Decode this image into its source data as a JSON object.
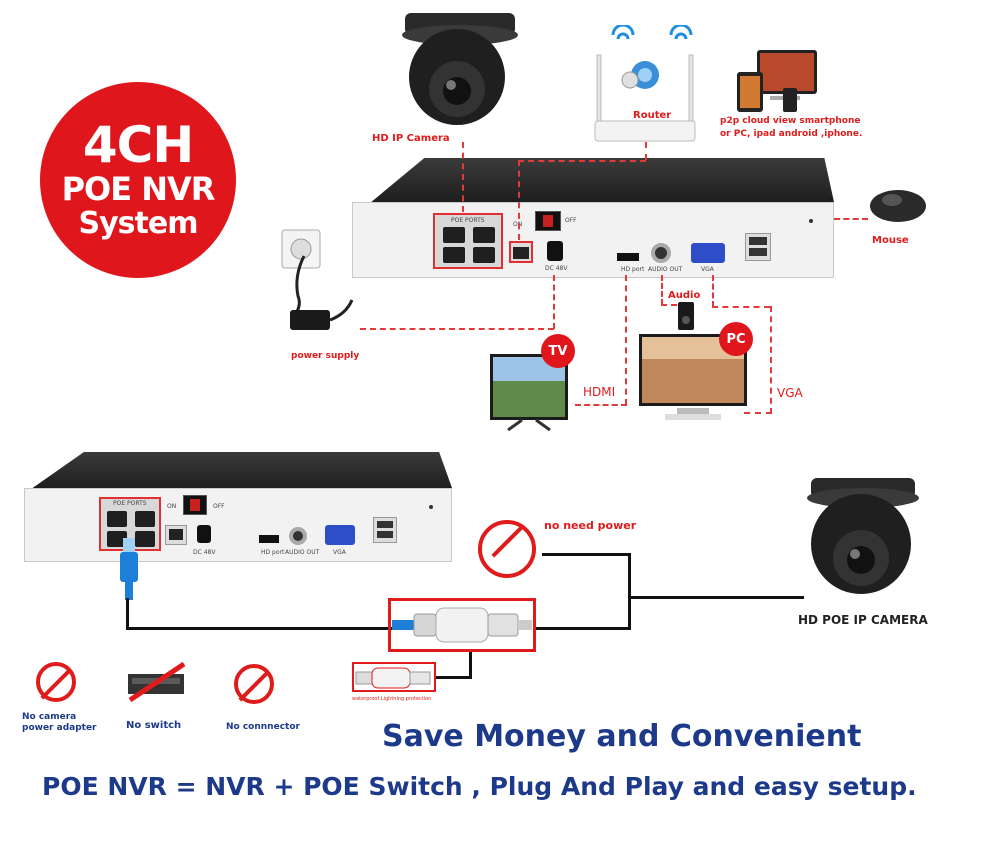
{
  "badge": {
    "line1": "4CH",
    "line2": "POE NVR",
    "line3": "System"
  },
  "top_diagram": {
    "camera_label": "HD IP Camera",
    "router_label": "Router",
    "p2p_label_line1": "p2p cloud  view smartphone",
    "p2p_label_line2": "or PC, ipad android ,iphone.",
    "mouse_label": "Mouse",
    "power_label": "power supply",
    "audio_label": "Audio",
    "hdmi_label": "HDMI",
    "vga_label": "VGA",
    "tv_tag": "TV",
    "pc_tag": "PC",
    "nvr": {
      "poe_ports": "POE PORTS",
      "on": "ON",
      "off": "OFF",
      "dc": "DC 48V",
      "hd_port": "HD port",
      "audio_out": "AUDIO OUT",
      "vga": "VGA"
    }
  },
  "bottom_diagram": {
    "no_power_label": "no need power",
    "camera_label": "HD POE IP CAMERA",
    "lightning_label": "waterproof Lightning protection",
    "nvr": {
      "poe_ports": "POE PORTS",
      "on": "ON",
      "off": "OFF",
      "dc": "DC 48V",
      "hd_port": "HD port",
      "audio_out": "AUDIO OUT",
      "vga": "VGA"
    }
  },
  "no_items": [
    {
      "label_line1": "No camera",
      "label_line2": "power adapter",
      "icon": "adapter-crossed-icon"
    },
    {
      "label_line1": "No switch",
      "label_line2": "",
      "icon": "switch-crossed-icon"
    },
    {
      "label_line1": "No connnector",
      "label_line2": "",
      "icon": "connector-crossed-icon"
    }
  ],
  "headline1": "Save Money and Convenient",
  "headline2": "POE NVR = NVR + POE Switch , Plug And Play and easy setup.",
  "colors": {
    "accent_red": "#e0161d",
    "headline_blue": "#1d3a8a"
  }
}
